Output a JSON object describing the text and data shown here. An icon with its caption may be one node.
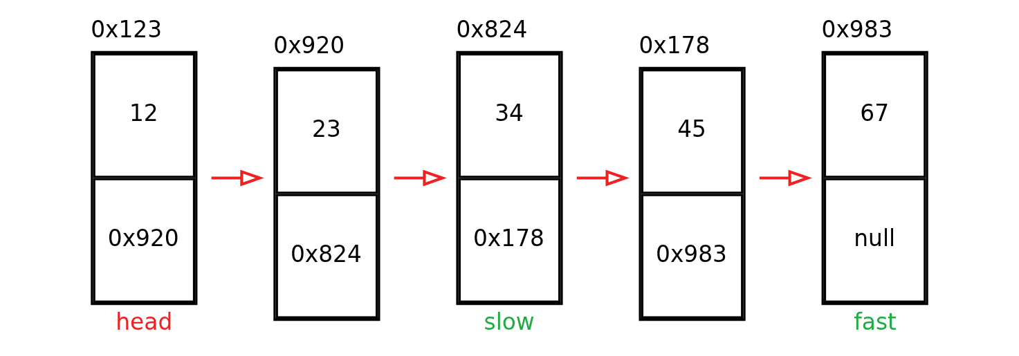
{
  "diagram": {
    "nodes": [
      {
        "text": [
          "0x123",
          "12",
          "0x920"
        ],
        "beside": [
          "head"
        ]
      },
      {
        "text": [
          "0x920",
          "23",
          "0x824"
        ]
      },
      {
        "text": [
          "0x824",
          "34",
          "0x178"
        ],
        "beside": [
          "slow"
        ]
      },
      {
        "text": [
          "0x178",
          "45",
          "0x983"
        ]
      },
      {
        "text": [
          "0x983",
          "67",
          "null"
        ],
        "beside": [
          "fast"
        ]
      }
    ],
    "edges": [
      {
        "from": 0,
        "to": 1,
        "arrow": "to"
      },
      {
        "from": 1,
        "to": 2,
        "arrow": "to"
      },
      {
        "from": 2,
        "to": 3,
        "arrow": "to"
      },
      {
        "from": 3,
        "to": 4,
        "arrow": "to"
      }
    ]
  }
}
